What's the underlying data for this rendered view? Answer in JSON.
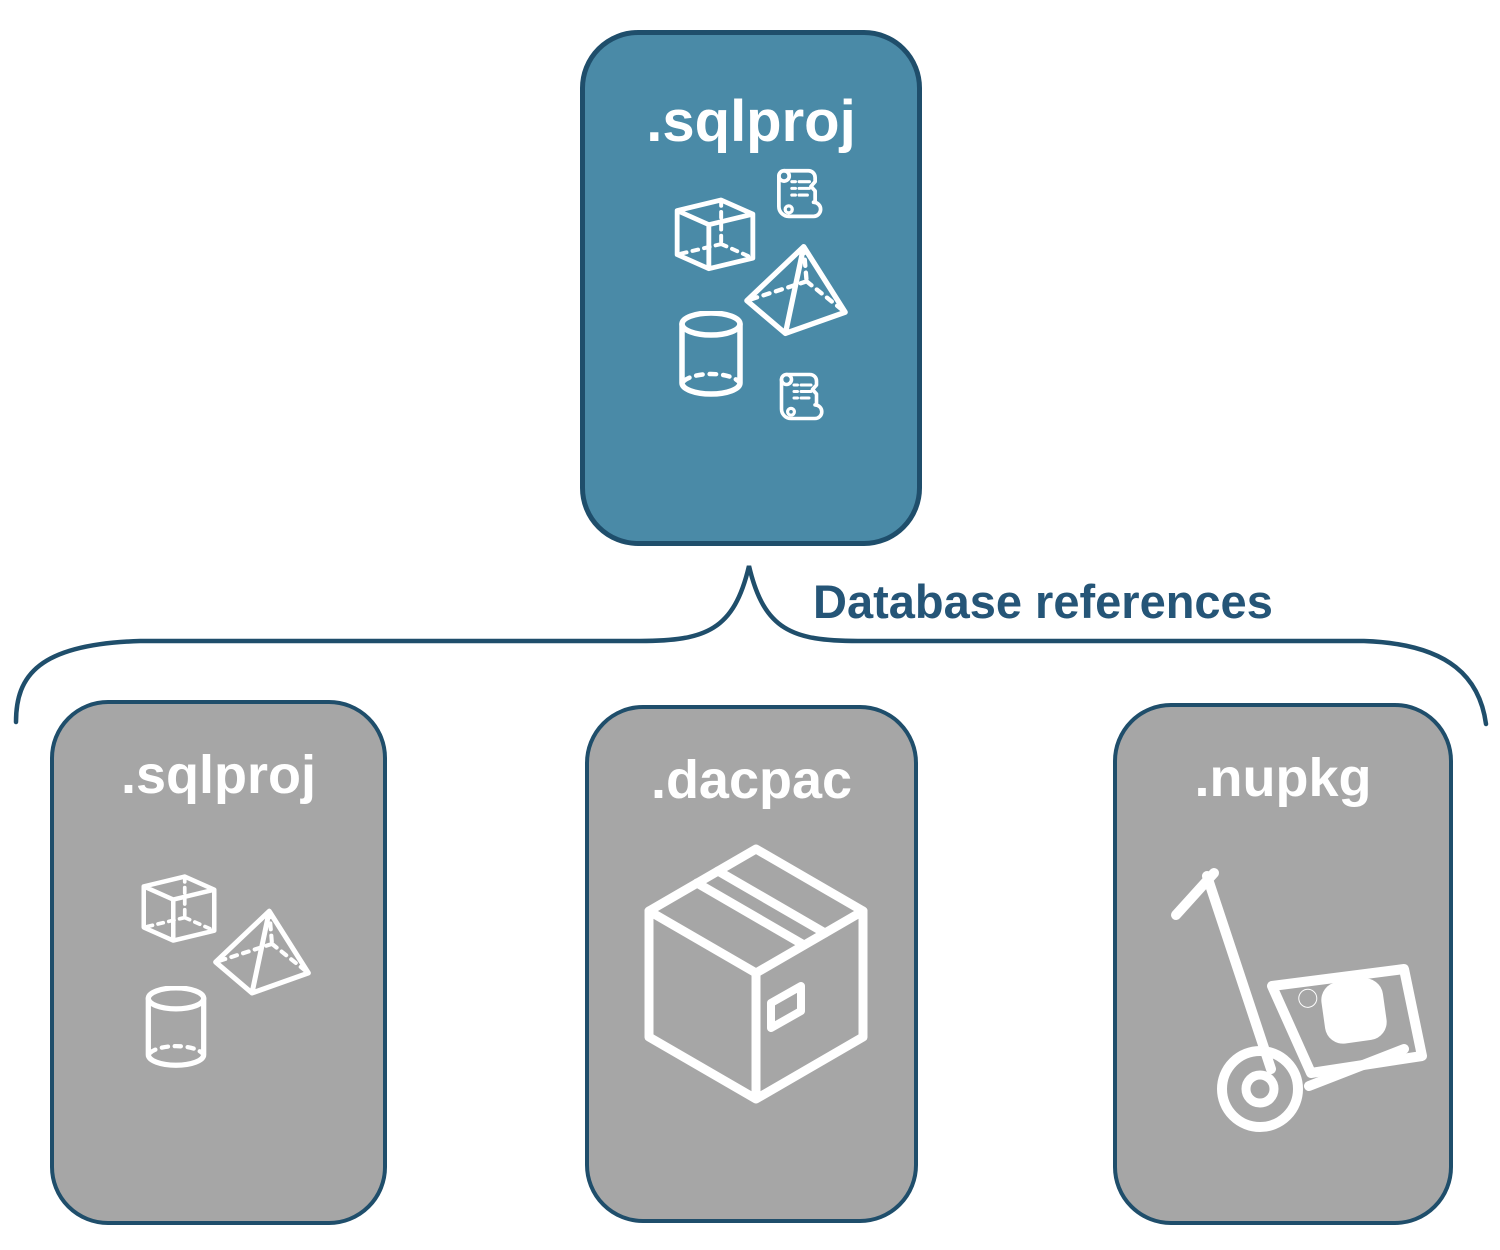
{
  "diagram": {
    "root_node": {
      "label": ".sqlproj",
      "icons": [
        "cube-icon",
        "script-scroll-icon",
        "pyramid-icon",
        "cylinder-icon",
        "script-scroll-icon"
      ]
    },
    "connector": {
      "label": "Database references"
    },
    "child_nodes": [
      {
        "label": ".sqlproj",
        "icons": [
          "cube-icon",
          "pyramid-icon",
          "cylinder-icon"
        ]
      },
      {
        "label": ".dacpac",
        "icons": [
          "package-box-icon"
        ]
      },
      {
        "label": ".nupkg",
        "icons": [
          "nuget-hand-truck-icon"
        ]
      }
    ],
    "colors": {
      "root_fill": "#4a8aa7",
      "child_fill": "#a6a6a6",
      "outline": "#1f4e6b",
      "connector_label": "#255577",
      "icon_stroke": "#ffffff",
      "title_text": "#ffffff",
      "background": "#ffffff"
    }
  }
}
